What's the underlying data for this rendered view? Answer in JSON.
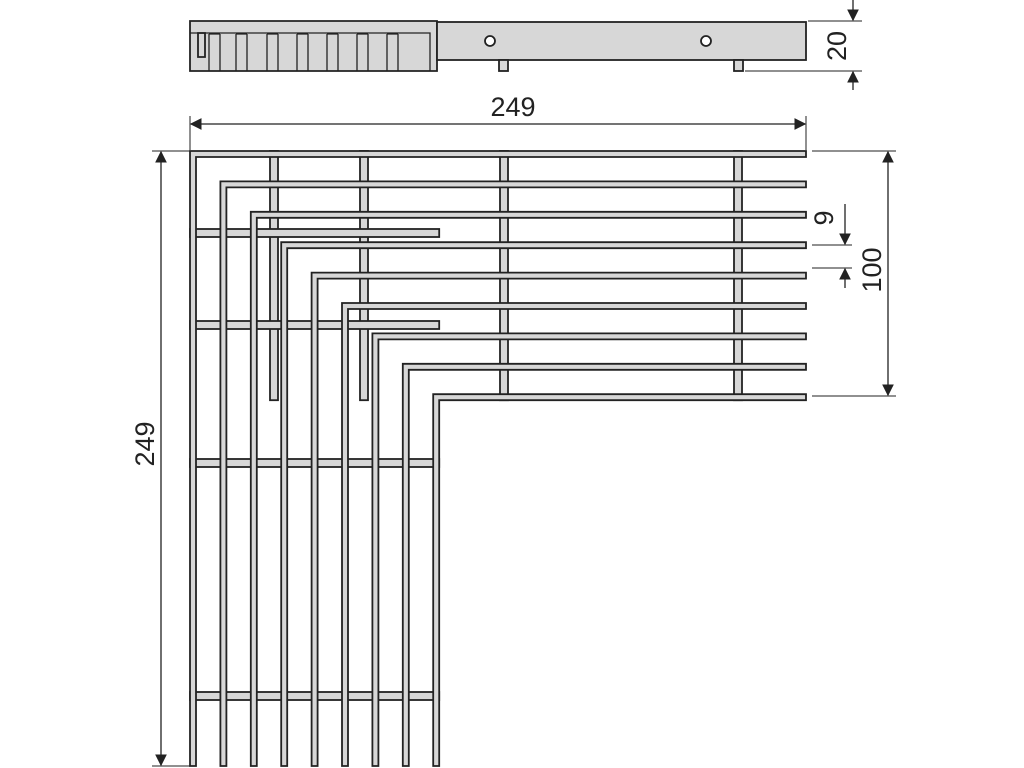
{
  "diagram": {
    "dimensions": {
      "height_label": "20",
      "top_width_label": "249",
      "side_height_label": "249",
      "spacing_label": "9",
      "depth_label": "100"
    },
    "colors": {
      "line": "#222222",
      "fill": "#d7d7d7",
      "background": "#ffffff"
    }
  }
}
